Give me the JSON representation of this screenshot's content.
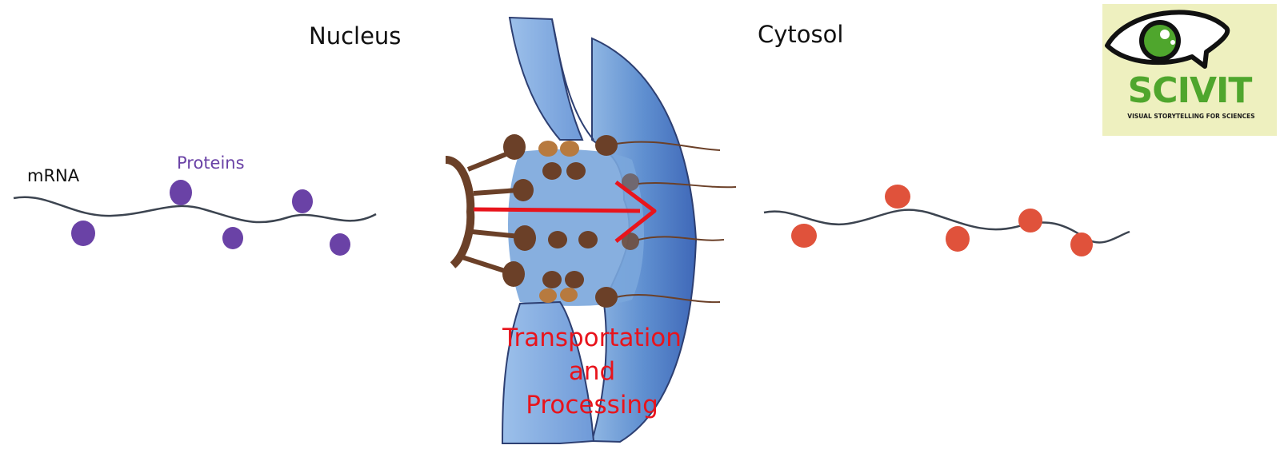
{
  "labels": {
    "nucleus": "Nucleus",
    "cytosol": "Cytosol",
    "mrna": "mRNA",
    "proteins": "Proteins",
    "process": [
      "Transportation and",
      "Processing"
    ]
  },
  "logo": {
    "name": "SCIVIT",
    "tagline": "VISUAL STORYTELLING FOR SCIENCES"
  },
  "colors": {
    "background": "#ffffff",
    "text": "#111111",
    "protein_nucleus": "#6a42a6",
    "protein_cytosol": "#e0523b",
    "mrna_strand": "#3c4450",
    "membrane": "#6e9fd6",
    "membrane_dark": "#3d63b2",
    "nuclear_pore": "#6b4028",
    "pore_inner": "#b77a3f",
    "arrow": "#e8141c",
    "logo_bg": "#eef0bf",
    "logo_green": "#4fa62d"
  }
}
